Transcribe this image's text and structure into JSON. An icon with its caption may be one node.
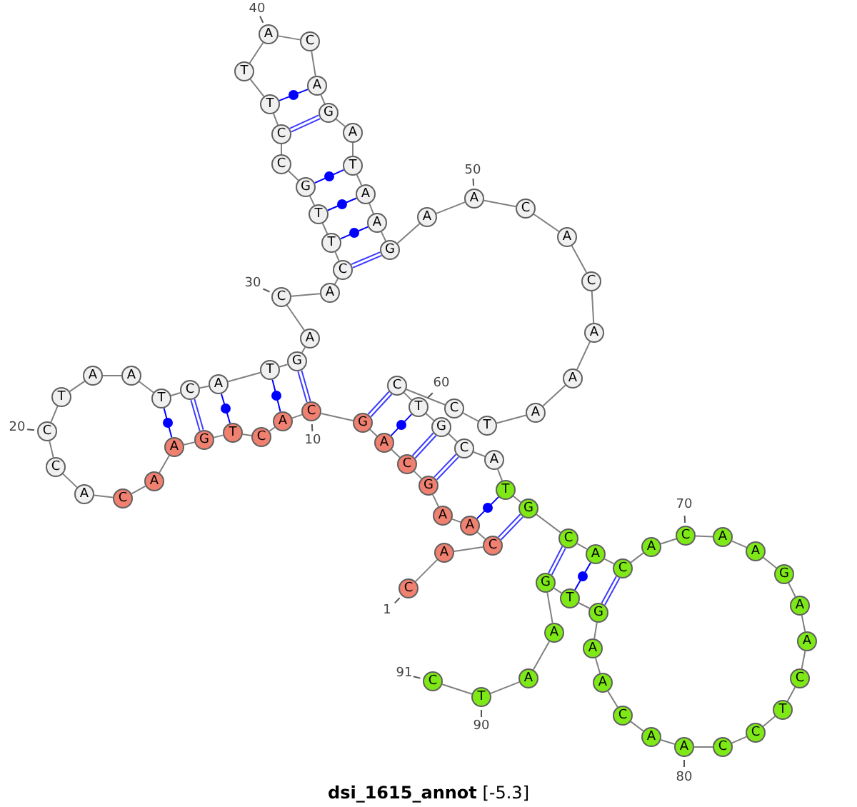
{
  "diagram": {
    "caption": "**dsi_1615_annot** [-5.3]",
    "nodes": [
      {
        "text": [
          "C"
        ],
        "beside": [
          "1"
        ]
      },
      {
        "text": [
          "A"
        ]
      },
      {
        "text": [
          "C"
        ]
      },
      {
        "text": [
          "A"
        ]
      },
      {
        "text": [
          "A"
        ]
      },
      {
        "text": [
          "G"
        ]
      },
      {
        "text": [
          "C"
        ]
      },
      {
        "text": [
          "A"
        ]
      },
      {
        "text": [
          "G"
        ]
      },
      {
        "text": [
          "C"
        ],
        "beside": [
          "10"
        ]
      },
      {
        "text": [
          "A"
        ]
      },
      {
        "text": [
          "C"
        ]
      },
      {
        "text": [
          "T"
        ]
      },
      {
        "text": [
          "G"
        ]
      },
      {
        "text": [
          "A"
        ]
      },
      {
        "text": [
          "A"
        ]
      },
      {
        "text": [
          "C"
        ]
      },
      {
        "text": [
          "A"
        ]
      },
      {
        "text": [
          "C"
        ]
      },
      {
        "text": [
          "C"
        ],
        "beside": [
          "20"
        ]
      },
      {
        "text": [
          "T"
        ]
      },
      {
        "text": [
          "A"
        ]
      },
      {
        "text": [
          "A"
        ]
      },
      {
        "text": [
          "T"
        ]
      },
      {
        "text": [
          "C"
        ]
      },
      {
        "text": [
          "A"
        ]
      },
      {
        "text": [
          "T"
        ]
      },
      {
        "text": [
          "G"
        ]
      },
      {
        "text": [
          "A"
        ]
      },
      {
        "text": [
          "C"
        ],
        "beside": [
          "30"
        ]
      },
      {
        "text": [
          "A"
        ]
      },
      {
        "text": [
          "C"
        ]
      },
      {
        "text": [
          "T"
        ]
      },
      {
        "text": [
          "T"
        ]
      },
      {
        "text": [
          "G"
        ]
      },
      {
        "text": [
          "C"
        ]
      },
      {
        "text": [
          "C"
        ]
      },
      {
        "text": [
          "T"
        ]
      },
      {
        "text": [
          "T"
        ]
      },
      {
        "text": [
          "A"
        ],
        "beside": [
          "40"
        ]
      },
      {
        "text": [
          "C"
        ]
      },
      {
        "text": [
          "A"
        ]
      },
      {
        "text": [
          "G"
        ]
      },
      {
        "text": [
          "A"
        ]
      },
      {
        "text": [
          "T"
        ]
      },
      {
        "text": [
          "A"
        ]
      },
      {
        "text": [
          "A"
        ]
      },
      {
        "text": [
          "G"
        ]
      },
      {
        "text": [
          "A"
        ]
      },
      {
        "text": [
          "A"
        ],
        "beside": [
          "50"
        ]
      },
      {
        "text": [
          "C"
        ]
      },
      {
        "text": [
          "A"
        ]
      },
      {
        "text": [
          "C"
        ]
      },
      {
        "text": [
          "A"
        ]
      },
      {
        "text": [
          "A"
        ]
      },
      {
        "text": [
          "A"
        ]
      },
      {
        "text": [
          "T"
        ]
      },
      {
        "text": [
          "C"
        ]
      },
      {
        "text": [
          "C"
        ]
      },
      {
        "text": [
          "T"
        ],
        "beside": [
          "60"
        ]
      },
      {
        "text": [
          "G"
        ]
      },
      {
        "text": [
          "C"
        ]
      },
      {
        "text": [
          "A"
        ]
      },
      {
        "text": [
          "T"
        ]
      },
      {
        "text": [
          "G"
        ]
      },
      {
        "text": [
          "C"
        ]
      },
      {
        "text": [
          "A"
        ]
      },
      {
        "text": [
          "C"
        ]
      },
      {
        "text": [
          "A"
        ]
      },
      {
        "text": [
          "C"
        ],
        "beside": [
          "70"
        ]
      },
      {
        "text": [
          "A"
        ]
      },
      {
        "text": [
          "A"
        ]
      },
      {
        "text": [
          "G"
        ]
      },
      {
        "text": [
          "A"
        ]
      },
      {
        "text": [
          "A"
        ]
      },
      {
        "text": [
          "C"
        ]
      },
      {
        "text": [
          "T"
        ]
      },
      {
        "text": [
          "C"
        ]
      },
      {
        "text": [
          "C"
        ]
      },
      {
        "text": [
          "A"
        ],
        "beside": [
          "80"
        ]
      },
      {
        "text": [
          "A"
        ]
      },
      {
        "text": [
          "C"
        ]
      },
      {
        "text": [
          "A"
        ]
      },
      {
        "text": [
          "A"
        ]
      },
      {
        "text": [
          "G"
        ]
      },
      {
        "text": [
          "T"
        ]
      },
      {
        "text": [
          "G"
        ]
      },
      {
        "text": [
          "A"
        ]
      },
      {
        "text": [
          "A"
        ]
      },
      {
        "text": [
          "T"
        ],
        "beside": [
          "90"
        ]
      },
      {
        "text": [
          "C"
        ],
        "beside": [
          "91"
        ]
      }
    ],
    "edges": [
      {
        "from": 0,
        "to": 1,
        "arrow": "none"
      },
      {
        "from": 1,
        "to": 2,
        "arrow": "none"
      },
      {
        "from": 2,
        "to": 3,
        "arrow": "none"
      },
      {
        "from": 3,
        "to": 4,
        "arrow": "none"
      },
      {
        "from": 4,
        "to": 5,
        "arrow": "none"
      },
      {
        "from": 5,
        "to": 6,
        "arrow": "none"
      },
      {
        "from": 6,
        "to": 7,
        "arrow": "none"
      },
      {
        "from": 7,
        "to": 8,
        "arrow": "none"
      },
      {
        "from": 8,
        "to": 9,
        "arrow": "none"
      },
      {
        "from": 9,
        "to": 10,
        "arrow": "none"
      },
      {
        "from": 10,
        "to": 11,
        "arrow": "none"
      },
      {
        "from": 11,
        "to": 12,
        "arrow": "none"
      },
      {
        "from": 12,
        "to": 13,
        "arrow": "none"
      },
      {
        "from": 13,
        "to": 14,
        "arrow": "none"
      },
      {
        "from": 14,
        "to": 15,
        "arrow": "none"
      },
      {
        "from": 15,
        "to": 16,
        "arrow": "none"
      },
      {
        "from": 16,
        "to": 17,
        "arrow": "none"
      },
      {
        "from": 17,
        "to": 18,
        "arrow": "none"
      },
      {
        "from": 18,
        "to": 19,
        "arrow": "none"
      },
      {
        "from": 19,
        "to": 20,
        "arrow": "none"
      },
      {
        "from": 20,
        "to": 21,
        "arrow": "none"
      },
      {
        "from": 21,
        "to": 22,
        "arrow": "none"
      },
      {
        "from": 22,
        "to": 23,
        "arrow": "none"
      },
      {
        "from": 23,
        "to": 24,
        "arrow": "none"
      },
      {
        "from": 24,
        "to": 25,
        "arrow": "none"
      },
      {
        "from": 25,
        "to": 26,
        "arrow": "none"
      },
      {
        "from": 26,
        "to": 27,
        "arrow": "none"
      },
      {
        "from": 27,
        "to": 28,
        "arrow": "none"
      },
      {
        "from": 28,
        "to": 29,
        "arrow": "none"
      },
      {
        "from": 29,
        "to": 30,
        "arrow": "none"
      },
      {
        "from": 30,
        "to": 31,
        "arrow": "none"
      },
      {
        "from": 31,
        "to": 32,
        "arrow": "none"
      },
      {
        "from": 32,
        "to": 33,
        "arrow": "none"
      },
      {
        "from": 33,
        "to": 34,
        "arrow": "none"
      },
      {
        "from": 34,
        "to": 35,
        "arrow": "none"
      },
      {
        "from": 35,
        "to": 36,
        "arrow": "none"
      },
      {
        "from": 36,
        "to": 37,
        "arrow": "none"
      },
      {
        "from": 37,
        "to": 38,
        "arrow": "none"
      },
      {
        "from": 38,
        "to": 39,
        "arrow": "none"
      },
      {
        "from": 39,
        "to": 40,
        "arrow": "none"
      },
      {
        "from": 40,
        "to": 41,
        "arrow": "none"
      },
      {
        "from": 41,
        "to": 42,
        "arrow": "none"
      },
      {
        "from": 42,
        "to": 43,
        "arrow": "none"
      },
      {
        "from": 43,
        "to": 44,
        "arrow": "none"
      },
      {
        "from": 44,
        "to": 45,
        "arrow": "none"
      },
      {
        "from": 45,
        "to": 46,
        "arrow": "none"
      },
      {
        "from": 46,
        "to": 47,
        "arrow": "none"
      },
      {
        "from": 47,
        "to": 48,
        "arrow": "none"
      },
      {
        "from": 48,
        "to": 49,
        "arrow": "none"
      },
      {
        "from": 49,
        "to": 50,
        "arrow": "none"
      },
      {
        "from": 50,
        "to": 51,
        "arrow": "none"
      },
      {
        "from": 51,
        "to": 52,
        "arrow": "none"
      },
      {
        "from": 52,
        "to": 53,
        "arrow": "none"
      },
      {
        "from": 53,
        "to": 54,
        "arrow": "none"
      },
      {
        "from": 54,
        "to": 55,
        "arrow": "none"
      },
      {
        "from": 55,
        "to": 56,
        "arrow": "none"
      },
      {
        "from": 56,
        "to": 57,
        "arrow": "none"
      },
      {
        "from": 57,
        "to": 58,
        "arrow": "none"
      },
      {
        "from": 58,
        "to": 59,
        "arrow": "none"
      },
      {
        "from": 59,
        "to": 60,
        "arrow": "none"
      },
      {
        "from": 60,
        "to": 61,
        "arrow": "none"
      },
      {
        "from": 61,
        "to": 62,
        "arrow": "none"
      },
      {
        "from": 62,
        "to": 63,
        "arrow": "none"
      },
      {
        "from": 63,
        "to": 64,
        "arrow": "none"
      },
      {
        "from": 64,
        "to": 65,
        "arrow": "none"
      },
      {
        "from": 65,
        "to": 66,
        "arrow": "none"
      },
      {
        "from": 66,
        "to": 67,
        "arrow": "none"
      },
      {
        "from": 67,
        "to": 68,
        "arrow": "none"
      },
      {
        "from": 68,
        "to": 69,
        "arrow": "none"
      },
      {
        "from": 69,
        "to": 70,
        "arrow": "none"
      },
      {
        "from": 70,
        "to": 71,
        "arrow": "none"
      },
      {
        "from": 71,
        "to": 72,
        "arrow": "none"
      },
      {
        "from": 72,
        "to": 73,
        "arrow": "none"
      },
      {
        "from": 73,
        "to": 74,
        "arrow": "none"
      },
      {
        "from": 74,
        "to": 75,
        "arrow": "none"
      },
      {
        "from": 75,
        "to": 76,
        "arrow": "none"
      },
      {
        "from": 76,
        "to": 77,
        "arrow": "none"
      },
      {
        "from": 77,
        "to": 78,
        "arrow": "none"
      },
      {
        "from": 78,
        "to": 79,
        "arrow": "none"
      },
      {
        "from": 79,
        "to": 80,
        "arrow": "none"
      },
      {
        "from": 80,
        "to": 81,
        "arrow": "none"
      },
      {
        "from": 81,
        "to": 82,
        "arrow": "none"
      },
      {
        "from": 82,
        "to": 83,
        "arrow": "none"
      },
      {
        "from": 83,
        "to": 84,
        "arrow": "none"
      },
      {
        "from": 84,
        "to": 85,
        "arrow": "none"
      },
      {
        "from": 85,
        "to": 86,
        "arrow": "none"
      },
      {
        "from": 86,
        "to": 87,
        "arrow": "none"
      },
      {
        "from": 87,
        "to": 88,
        "arrow": "none"
      },
      {
        "from": 88,
        "to": 89,
        "arrow": "none"
      },
      {
        "from": 89,
        "to": 90,
        "arrow": "none"
      },
      {
        "from": 8,
        "to": 58,
        "arrow": "none",
        "color": "#3c3cff"
      },
      {
        "from": 7,
        "to": 59,
        "arrow": "none",
        "color": "#0000ff"
      },
      {
        "from": 6,
        "to": 60,
        "arrow": "none",
        "color": "#3c3cff"
      },
      {
        "from": 5,
        "to": 61,
        "arrow": "none",
        "color": "#3c3cff"
      },
      {
        "from": 3,
        "to": 63,
        "arrow": "none",
        "color": "#0000ff"
      },
      {
        "from": 2,
        "to": 64,
        "arrow": "none",
        "color": "#3c3cff"
      },
      {
        "from": 9,
        "to": 27,
        "arrow": "none",
        "color": "#3c3cff"
      },
      {
        "from": 10,
        "to": 26,
        "arrow": "none",
        "color": "#0000ff"
      },
      {
        "from": 12,
        "to": 25,
        "arrow": "none",
        "color": "#0000ff"
      },
      {
        "from": 13,
        "to": 24,
        "arrow": "none",
        "color": "#3c3cff"
      },
      {
        "from": 14,
        "to": 23,
        "arrow": "none",
        "color": "#0000ff"
      },
      {
        "from": 31,
        "to": 47,
        "arrow": "none",
        "color": "#3c3cff"
      },
      {
        "from": 32,
        "to": 46,
        "arrow": "none",
        "color": "#0000ff"
      },
      {
        "from": 33,
        "to": 45,
        "arrow": "none",
        "color": "#0000ff"
      },
      {
        "from": 34,
        "to": 44,
        "arrow": "none",
        "color": "#0000ff"
      },
      {
        "from": 36,
        "to": 42,
        "arrow": "none",
        "color": "#3c3cff"
      },
      {
        "from": 37,
        "to": 41,
        "arrow": "none",
        "color": "#0000ff"
      },
      {
        "from": 65,
        "to": 86,
        "arrow": "none",
        "color": "#3c3cff"
      },
      {
        "from": 66,
        "to": 85,
        "arrow": "none",
        "color": "#0000ff"
      },
      {
        "from": 67,
        "to": 84,
        "arrow": "none",
        "color": "#3c3cff"
      }
    ]
  }
}
